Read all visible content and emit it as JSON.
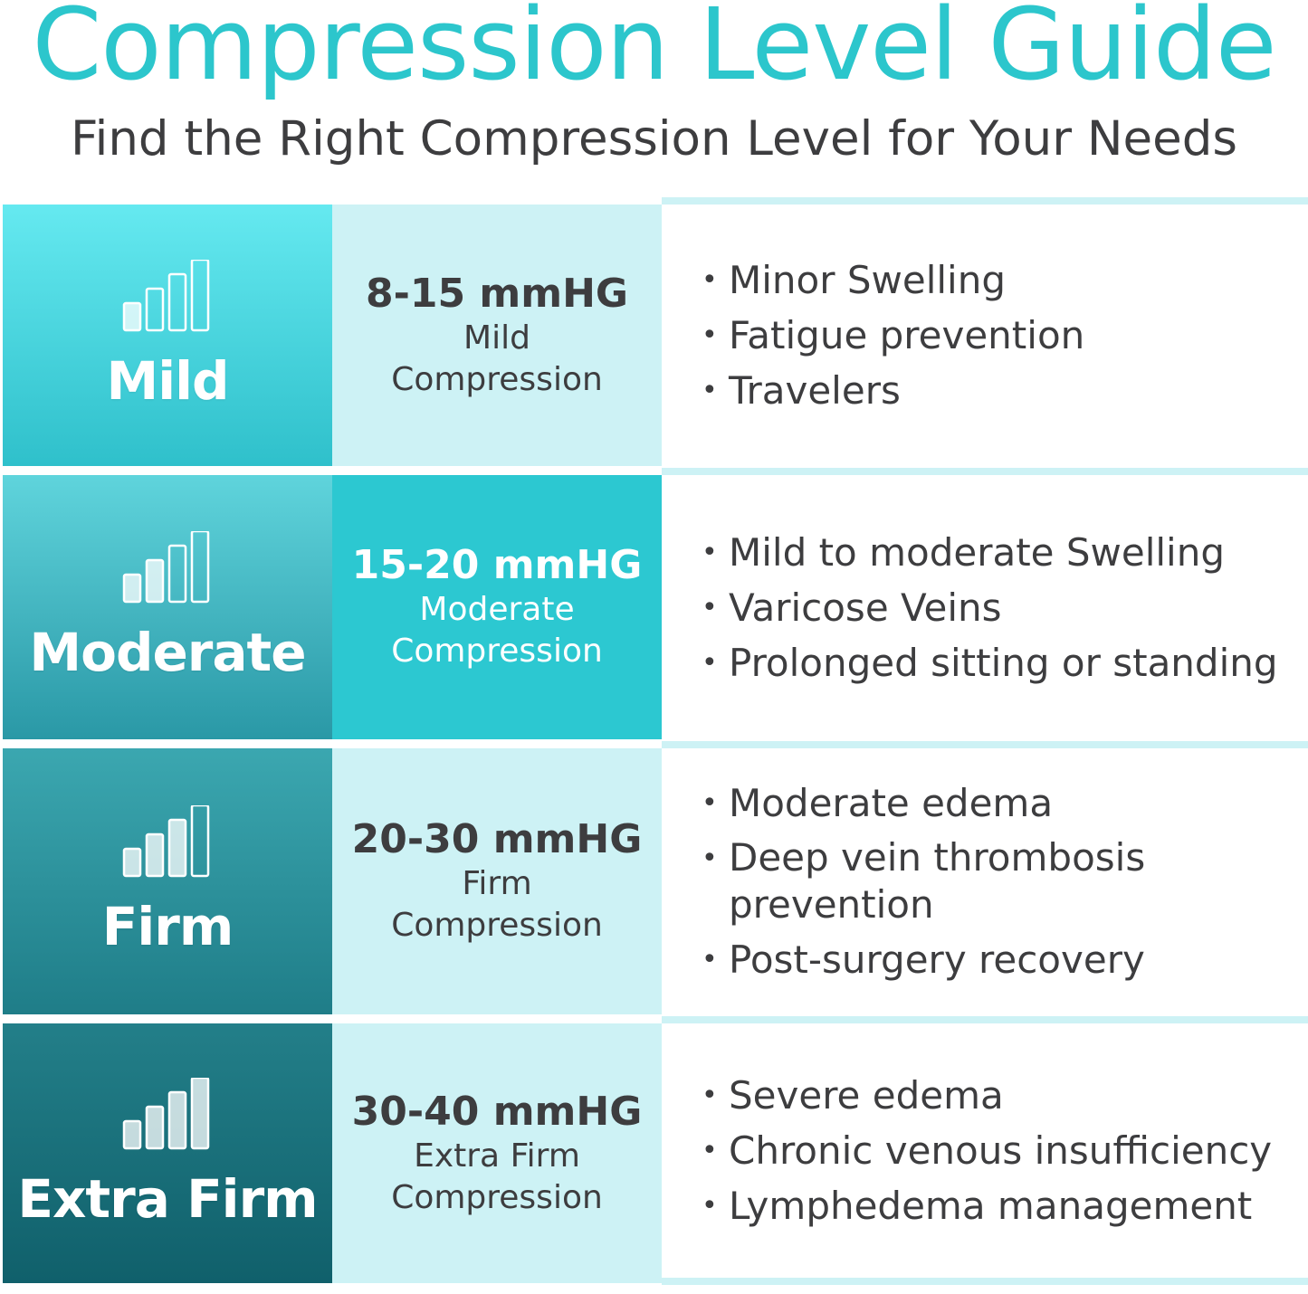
{
  "header": {
    "title": "Compression Level Guide",
    "subtitle": "Find the Right Compression Level for Your Needs"
  },
  "colors": {
    "title": "#2cc6cc",
    "mild_gradient": [
      "#65e9f0",
      "#2fc0cb"
    ],
    "moderate_gradient": [
      "#5fd4dc",
      "#2a98a6"
    ],
    "firm_gradient": [
      "#3ba7b0",
      "#1f7d88"
    ],
    "extra_firm_gradient": [
      "#237f89",
      "#10606b"
    ],
    "pressure_light_bg": "#cdf2f5",
    "pressure_highlight_bg": "#2cc8d1",
    "text_dark": "#3d3d3f"
  },
  "levels": [
    {
      "name": "Mild",
      "icon": "signal-bars-icon",
      "active_bars": 1,
      "pressure": "8-15 mmHG",
      "desc_line1": "Mild",
      "desc_line2": "Compression",
      "uses": [
        "Minor Swelling",
        "Fatigue prevention",
        "Travelers"
      ]
    },
    {
      "name": "Moderate",
      "icon": "signal-bars-icon",
      "active_bars": 2,
      "pressure": "15-20 mmHG",
      "desc_line1": "Moderate",
      "desc_line2": "Compression",
      "uses": [
        "Mild to moderate Swelling",
        "Varicose Veins",
        "Prolonged sitting or standing"
      ]
    },
    {
      "name": "Firm",
      "icon": "signal-bars-icon",
      "active_bars": 3,
      "pressure": "20-30 mmHG",
      "desc_line1": "Firm",
      "desc_line2": "Compression",
      "uses": [
        "Moderate edema",
        "Deep vein thrombosis prevention",
        "Post-surgery recovery"
      ]
    },
    {
      "name": "Extra Firm",
      "icon": "signal-bars-icon",
      "active_bars": 4,
      "pressure": "30-40 mmHG",
      "desc_line1": "Extra Firm",
      "desc_line2": "Compression",
      "uses": [
        "Severe edema",
        "Chronic venous insufficiency",
        "Lymphedema management"
      ]
    }
  ]
}
